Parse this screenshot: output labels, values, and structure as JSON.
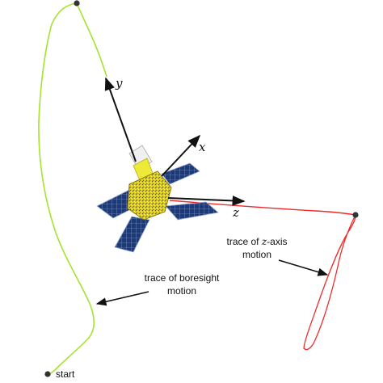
{
  "axes": {
    "x_label": "x",
    "y_label": "y",
    "z_label": "z"
  },
  "captions": {
    "boresight_line1": "trace of boresight",
    "boresight_line2": "motion",
    "zaxis_line1_prefix": "trace of ",
    "zaxis_line1_symbol": "z",
    "zaxis_line1_suffix": "-axis",
    "zaxis_line2": "motion",
    "start": "start"
  },
  "colors": {
    "boresight_trace": "#a6e22e",
    "zaxis_trace": "#ee2c2c",
    "arrows": "#111111",
    "endpoint_dots": "#333333",
    "solar_panel": "#1c3a7a",
    "solar_panel_grid": "#9fb0d6",
    "bus_body": "#d8c81a",
    "sensor": "#eeea3a"
  },
  "icons": {
    "spacecraft": "satellite-icon",
    "endpoints": "point-marker-icon"
  }
}
